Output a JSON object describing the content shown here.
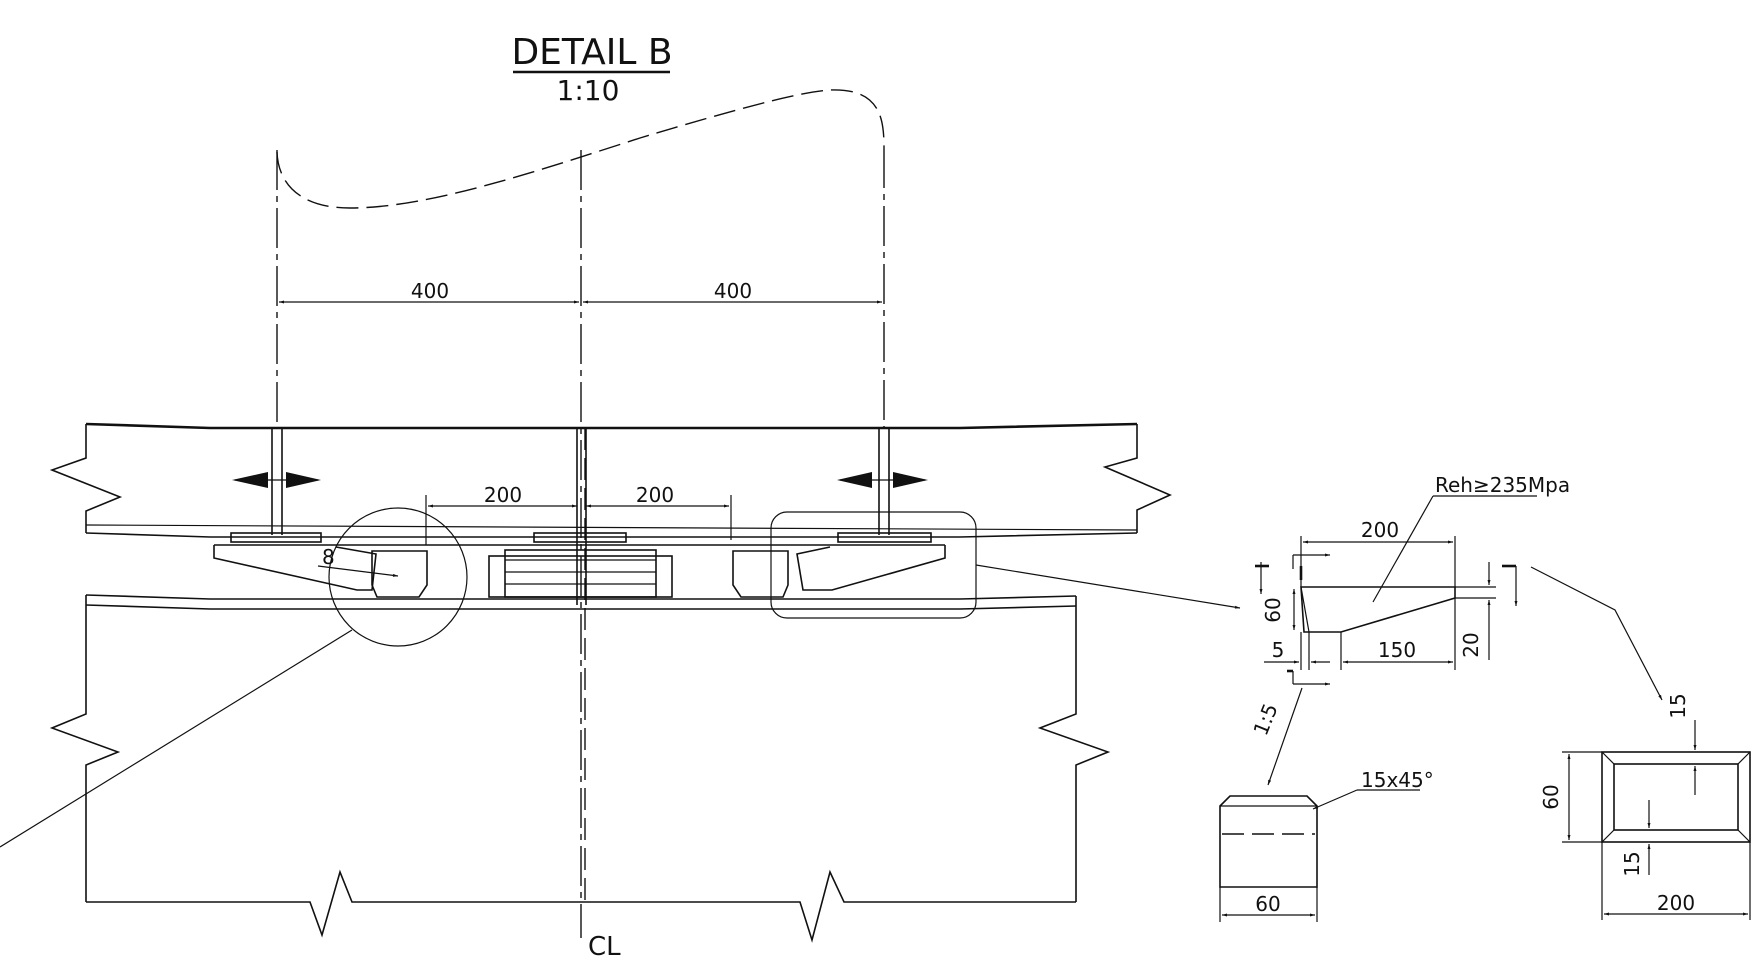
{
  "title": {
    "text": "DETAIL B",
    "scale": "1:10"
  },
  "centerline_label": "CL",
  "main_view": {
    "dims": {
      "left_span": "400",
      "right_span": "400",
      "inner_left": "200",
      "inner_right": "200",
      "gap": "8"
    }
  },
  "wedge_detail": {
    "material_note": "Reh≥235Mpa",
    "dims": {
      "length": "200",
      "height": "60",
      "tip": "5",
      "slope_length": "150",
      "end_height": "20"
    }
  },
  "end_view": {
    "slope": "1:5",
    "chamfer": "15x45°",
    "width": "60"
  },
  "plan_view": {
    "height": "60",
    "border_top": "15",
    "border_bottom": "15",
    "width": "200"
  },
  "colors": {
    "line": "#111111",
    "background": "#ffffff"
  }
}
